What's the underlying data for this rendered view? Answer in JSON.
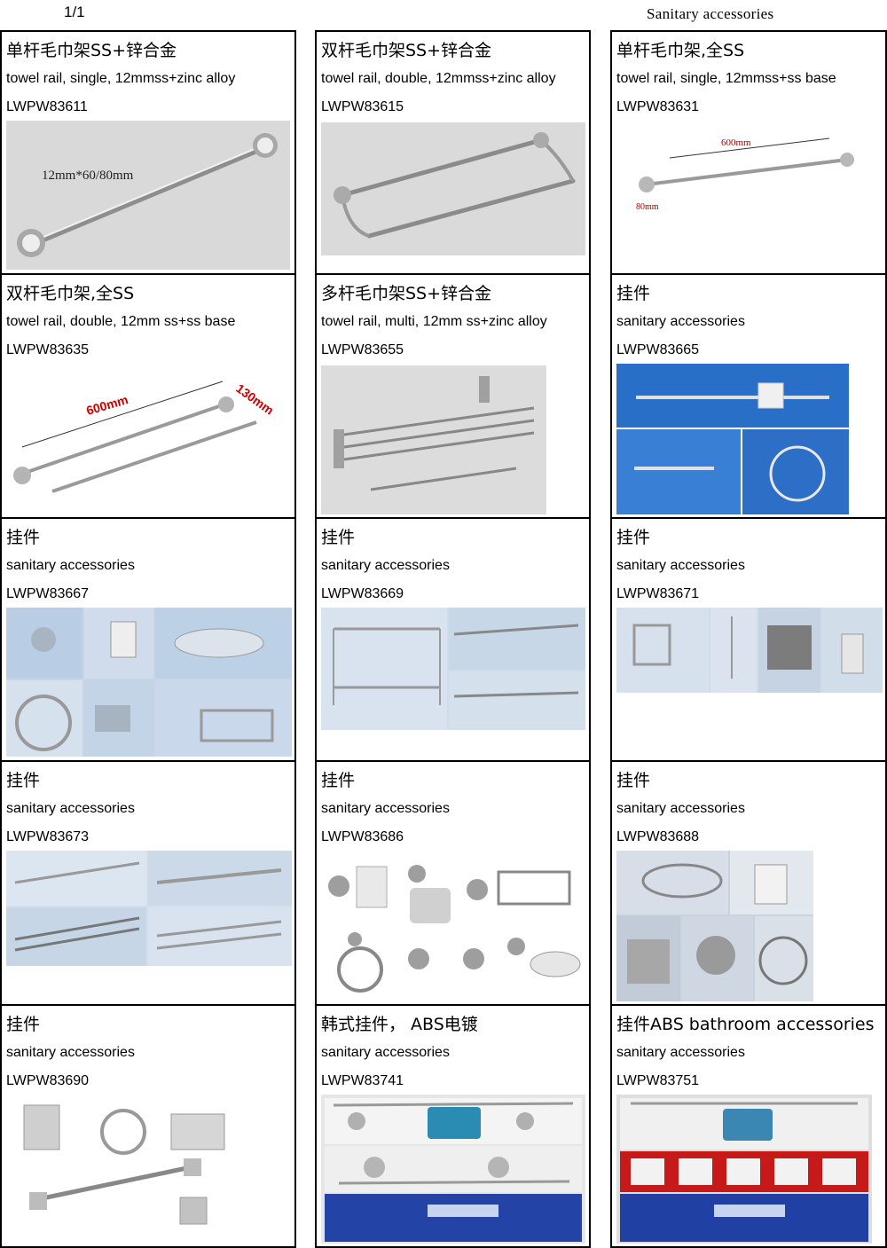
{
  "page": {
    "number": "1/1",
    "header": "Sanitary accessories"
  },
  "products": [
    {
      "cn": "单杆毛巾架SS+锌合金",
      "en": "towel rail, single, 12mmss+zinc alloy",
      "code": "LWPW83611",
      "image_note": "12mm*60/80mm"
    },
    {
      "cn": "双杆毛巾架SS+锌合金",
      "en": "towel rail, double, 12mmss+zinc alloy",
      "code": "LWPW83615"
    },
    {
      "cn": "单杆毛巾架,全SS",
      "en": "towel rail, single, 12mmss+ss base",
      "code": "LWPW83631",
      "image_note": "600mm",
      "image_note2": "80mm"
    },
    {
      "cn": "双杆毛巾架,全SS",
      "en": "towel rail, double, 12mm ss+ss base",
      "code": "LWPW83635",
      "image_note": "600mm",
      "image_note2": "130mm"
    },
    {
      "cn": "多杆毛巾架SS+锌合金",
      "en": "towel rail, multi, 12mm ss+zinc alloy",
      "code": "LWPW83655"
    },
    {
      "cn": "挂件",
      "en": "sanitary accessories",
      "code": "LWPW83665"
    },
    {
      "cn": "挂件",
      "en": "sanitary accessories",
      "code": "LWPW83667"
    },
    {
      "cn": "挂件",
      "en": "sanitary accessories",
      "code": "LWPW83669"
    },
    {
      "cn": "挂件",
      "en": "sanitary accessories",
      "code": "LWPW83671"
    },
    {
      "cn": "挂件",
      "en": "sanitary accessories",
      "code": "LWPW83673"
    },
    {
      "cn": "挂件",
      "en": "sanitary accessories",
      "code": "LWPW83686"
    },
    {
      "cn": "挂件",
      "en": "sanitary accessories",
      "code": "LWPW83688"
    },
    {
      "cn": "挂件",
      "en": "sanitary accessories",
      "code": "LWPW83690"
    },
    {
      "cn": "韩式挂件， ABS电镀",
      "en": "sanitary accessories",
      "code": "LWPW83741"
    },
    {
      "cn": "挂件ABS bathroom accessories",
      "en": "sanitary accessories",
      "code": "LWPW83751"
    }
  ]
}
